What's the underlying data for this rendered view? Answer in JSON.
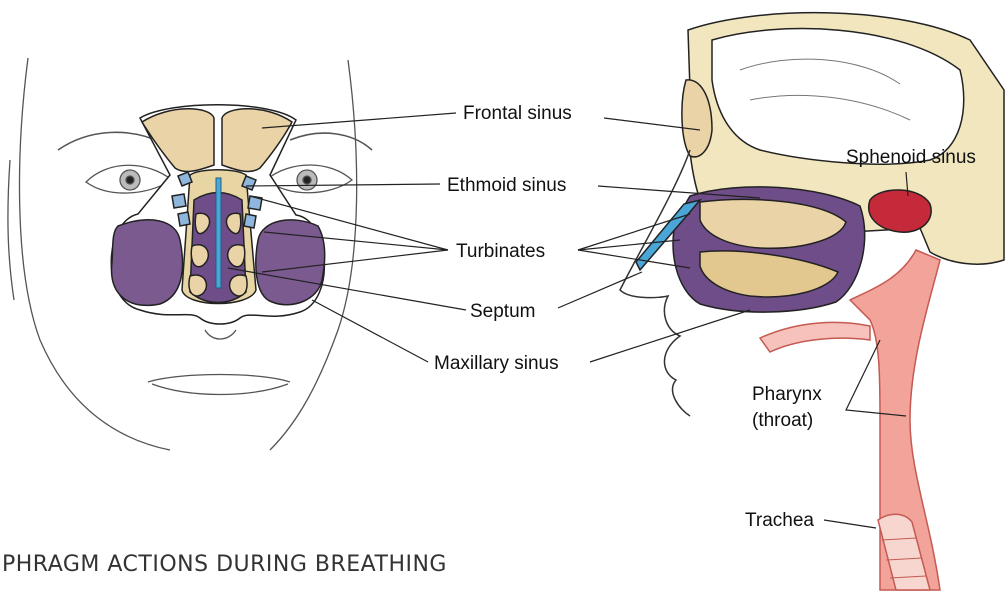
{
  "labels": {
    "frontal_sinus": "Frontal sinus",
    "ethmoid_sinus": "Ethmoid sinus",
    "turbinates": "Turbinates",
    "septum": "Septum",
    "maxillary_sinus": "Maxillary sinus",
    "sphenoid_sinus": "Sphenoid sinus",
    "pharynx_line1": "Pharynx",
    "pharynx_line2": "(throat)",
    "trachea": "Trachea"
  },
  "caption": "PHRAGM ACTIONS DURING BREATHING",
  "colors": {
    "frontal_sinus": "#ead3a6",
    "ethmoid_sinus": "#8fb6dc",
    "maxillary_sinus": "#7b5a90",
    "sphenoid_sinus": "#c42a3a",
    "bone": "#f1e6be",
    "pharynx": "#f2a39a",
    "septum": "#4aa6d6",
    "outline": "#222222"
  }
}
